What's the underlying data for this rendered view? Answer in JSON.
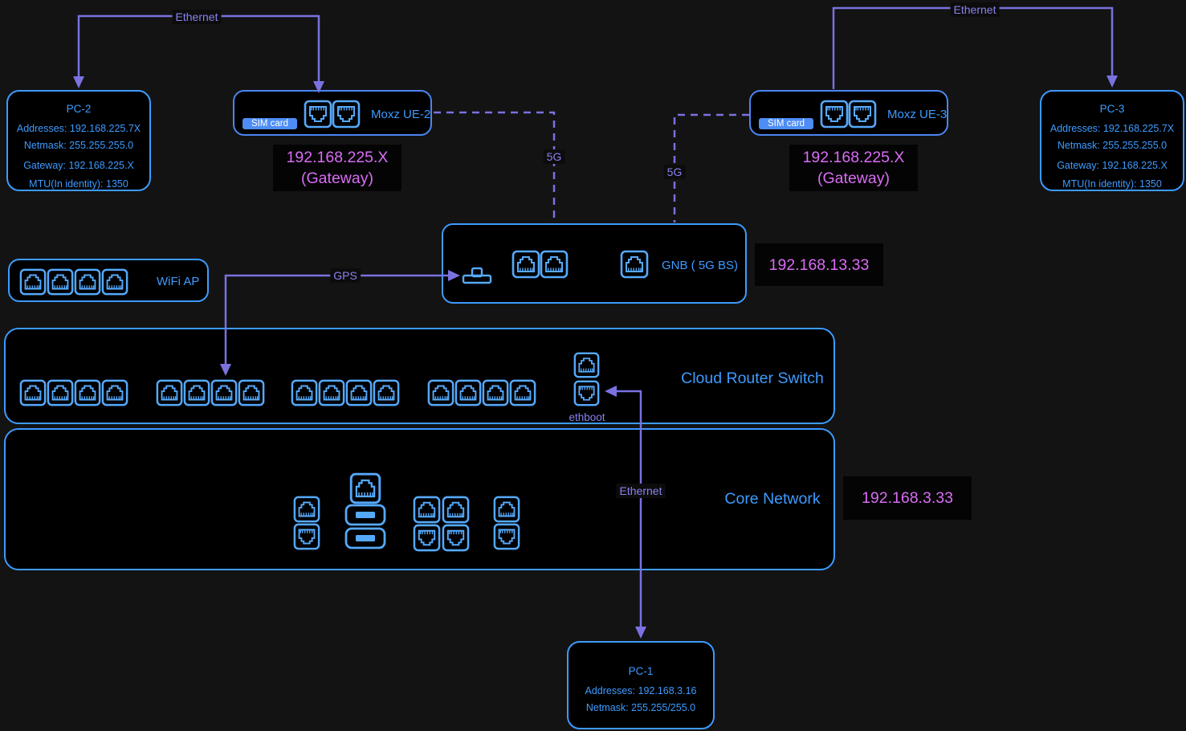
{
  "colors": {
    "page_bg": "#131313",
    "box_bg": "#000000",
    "accent_blue": "#3d9bff",
    "port_blue": "#55a9fb",
    "moxz_border": "#4a86f2",
    "line_purple": "#7a72e0",
    "label_purple": "#8a82f0",
    "magenta": "#d96df5",
    "sim_bg": "#4d8df5",
    "sim_text": "#ffffff"
  },
  "nodes": {
    "pc2": {
      "title": "PC-2",
      "lines": [
        "Addresses: 192.168.225.7X",
        "Netmask: 255.255.255.0",
        "Gateway: 192.168.225.X",
        "MTU(In identity): 1350"
      ]
    },
    "pc3": {
      "title": "PC-3",
      "lines": [
        "Addresses: 192.168.225.7X",
        "Netmask: 255.255.255.0",
        "Gateway: 192.168.225.X",
        "MTU(In identity): 1350"
      ]
    },
    "pc1": {
      "title": "PC-1",
      "lines": [
        "Addresses: 192.168.3.16",
        "Netmask: 255.255/255.0"
      ]
    },
    "moxz_ue2": {
      "label": "Moxz UE-2",
      "sim_label": "SIM card",
      "ip_line1": "192.168.225.X",
      "ip_line2": "(Gateway)"
    },
    "moxz_ue3": {
      "label": "Moxz UE-3",
      "sim_label": "SIM card",
      "ip_line1": "192.168.225.X",
      "ip_line2": "(Gateway)"
    },
    "gnb": {
      "label": "GNB ( 5G BS)",
      "ip": "192.168.13.33"
    },
    "wifi_ap": {
      "label": "WiFi AP"
    },
    "cloud_router_switch": {
      "label": "Cloud Router Switch",
      "ethboot_label": "ethboot"
    },
    "core_network": {
      "label": "Core Network",
      "ip": "192.168.3.33"
    }
  },
  "links": {
    "ethernet_top_left": "Ethernet",
    "ethernet_top_right": "Ethernet",
    "fiveg_left": "5G",
    "fiveg_right": "5G",
    "gps": "GPS",
    "ethernet_bottom": "Ethernet"
  }
}
